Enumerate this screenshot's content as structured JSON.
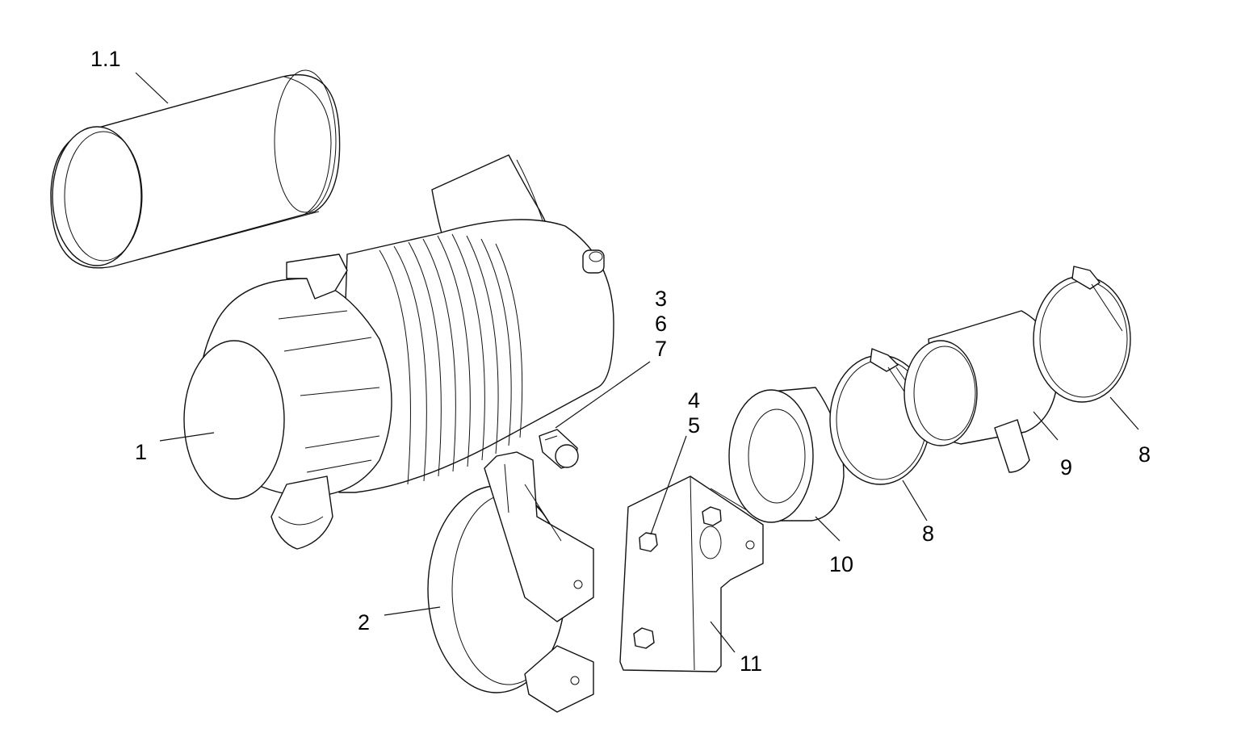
{
  "diagram": {
    "title": "Air filter assembly exploded view",
    "callouts": {
      "c_1_1": "1.1",
      "c_1": "1",
      "c_2": "2",
      "c_3": "3",
      "c_6": "6",
      "c_7": "7",
      "c_4": "4",
      "c_5": "5",
      "c_11": "11",
      "c_10": "10",
      "c_8a": "8",
      "c_9": "9",
      "c_8b": "8"
    }
  }
}
